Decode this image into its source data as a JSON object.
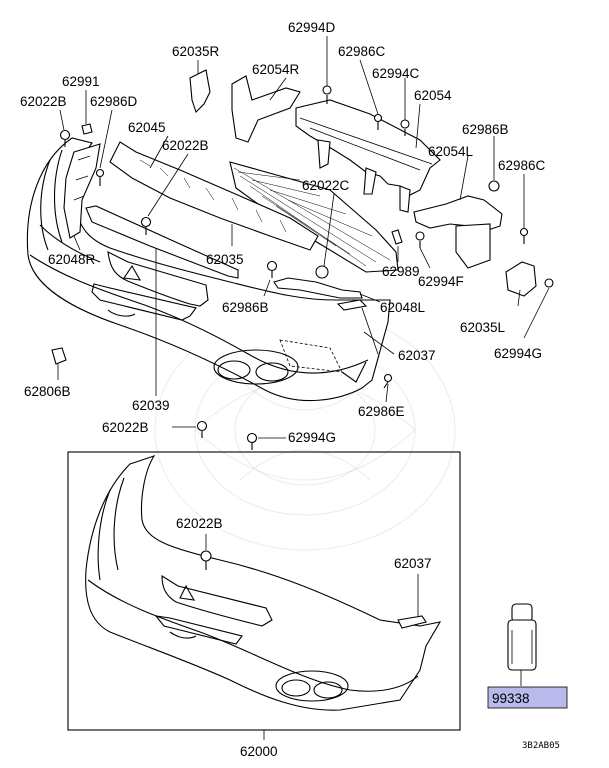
{
  "diagram": {
    "labels": [
      {
        "id": "62994D",
        "text": "62994D"
      },
      {
        "id": "62035R",
        "text": "62035R"
      },
      {
        "id": "62986C_a",
        "text": "62986C"
      },
      {
        "id": "62054R",
        "text": "62054R"
      },
      {
        "id": "62994C",
        "text": "62994C"
      },
      {
        "id": "62991",
        "text": "62991"
      },
      {
        "id": "62022B_a",
        "text": "62022B"
      },
      {
        "id": "62986D",
        "text": "62986D"
      },
      {
        "id": "62054",
        "text": "62054"
      },
      {
        "id": "62045",
        "text": "62045"
      },
      {
        "id": "62986B_a",
        "text": "62986B"
      },
      {
        "id": "62022B_b",
        "text": "62022B"
      },
      {
        "id": "62054L",
        "text": "62054L"
      },
      {
        "id": "62986C_b",
        "text": "62986C"
      },
      {
        "id": "62022C",
        "text": "62022C"
      },
      {
        "id": "62048R",
        "text": "62048R"
      },
      {
        "id": "62035",
        "text": "62035"
      },
      {
        "id": "62989",
        "text": "62989"
      },
      {
        "id": "62986B_b",
        "text": "62986B"
      },
      {
        "id": "62994F",
        "text": "62994F"
      },
      {
        "id": "62048L",
        "text": "62048L"
      },
      {
        "id": "62035L",
        "text": "62035L"
      },
      {
        "id": "62037_a",
        "text": "62037"
      },
      {
        "id": "62994G_a",
        "text": "62994G"
      },
      {
        "id": "62806B",
        "text": "62806B"
      },
      {
        "id": "62039",
        "text": "62039"
      },
      {
        "id": "62986E",
        "text": "62986E"
      },
      {
        "id": "62022B_c",
        "text": "62022B"
      },
      {
        "id": "62994G_b",
        "text": "62994G"
      },
      {
        "id": "62022B_d",
        "text": "62022B"
      },
      {
        "id": "62037_b",
        "text": "62037"
      },
      {
        "id": "99338",
        "text": "99338"
      },
      {
        "id": "62000",
        "text": "62000"
      }
    ],
    "diagram_code": "3B2AB05",
    "highlight_color": "#b9b9ec"
  }
}
